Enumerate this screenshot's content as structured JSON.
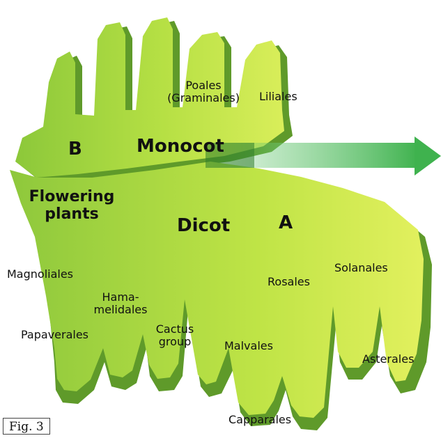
{
  "labels": {
    "B": "B",
    "A": "A",
    "monocot": "Monocot",
    "dicot": "Dicot",
    "flowering_line1": "Flowering",
    "flowering_line2": "plants",
    "poales_line1": "Poales",
    "poales_line2": "(Graminales)",
    "liliales": "Liliales",
    "magnoliales": "Magnoliales",
    "papaverales": "Papaverales",
    "hama_line1": "Hama-",
    "hama_line2": "melidales",
    "cactus_line1": "Cactus",
    "cactus_line2": "group",
    "malvales": "Malvales",
    "rosales": "Rosales",
    "solanales": "Solanales",
    "asterales": "Asterales",
    "capparales": "Capparales"
  },
  "caption": "Fig. 3",
  "colors": {
    "shape_light": "#c9ea4a",
    "shape_mid": "#9fd43c",
    "shape_side": "#5f9a2a",
    "arrow": "#3fb24e"
  }
}
